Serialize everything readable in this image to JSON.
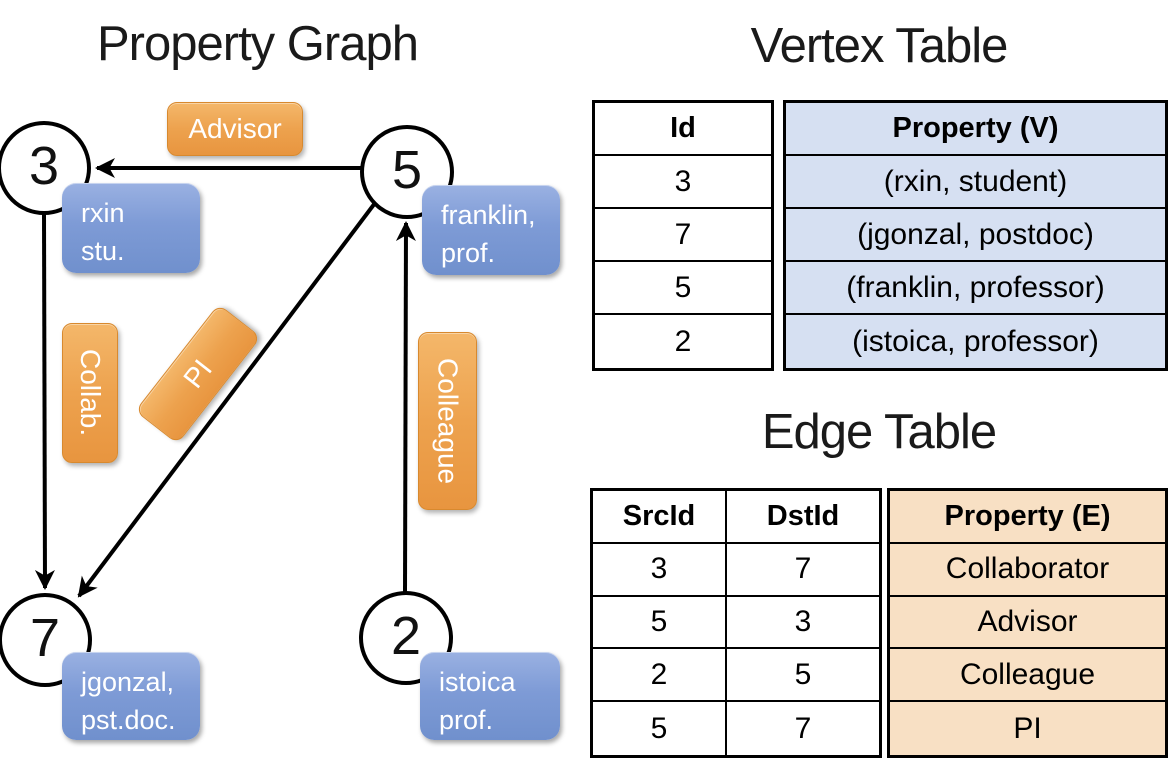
{
  "titles": {
    "graph": "Property Graph",
    "vertex_table": "Vertex Table",
    "edge_table": "Edge Table"
  },
  "graph": {
    "nodes": [
      {
        "id": "3",
        "prop_line1": "rxin",
        "prop_line2": "stu."
      },
      {
        "id": "5",
        "prop_line1": "franklin,",
        "prop_line2": "prof."
      },
      {
        "id": "7",
        "prop_line1": "jgonzal,",
        "prop_line2": "pst.doc."
      },
      {
        "id": "2",
        "prop_line1": "istoica",
        "prop_line2": "prof."
      }
    ],
    "edge_labels": {
      "advisor": "Advisor",
      "collab": "Collab.",
      "pi": "PI",
      "colleague": "Colleague"
    }
  },
  "vertex_table": {
    "headers": [
      "Id",
      "Property (V)"
    ],
    "rows": [
      [
        "3",
        "(rxin, student)"
      ],
      [
        "7",
        "(jgonzal, postdoc)"
      ],
      [
        "5",
        "(franklin, professor)"
      ],
      [
        "2",
        "(istoica, professor)"
      ]
    ]
  },
  "edge_table": {
    "headers": [
      "SrcId",
      "DstId",
      "Property (E)"
    ],
    "rows": [
      [
        "3",
        "7",
        "Collaborator"
      ],
      [
        "5",
        "3",
        "Advisor"
      ],
      [
        "2",
        "5",
        "Colleague"
      ],
      [
        "5",
        "7",
        "PI"
      ]
    ]
  },
  "colors": {
    "edge_label_orange": "#EFA14E",
    "vertex_prop_blue": "#7E9BD6",
    "vertex_table_fill": "#D6E0F2",
    "edge_table_fill": "#F8E0C4",
    "line_black": "#000000"
  }
}
